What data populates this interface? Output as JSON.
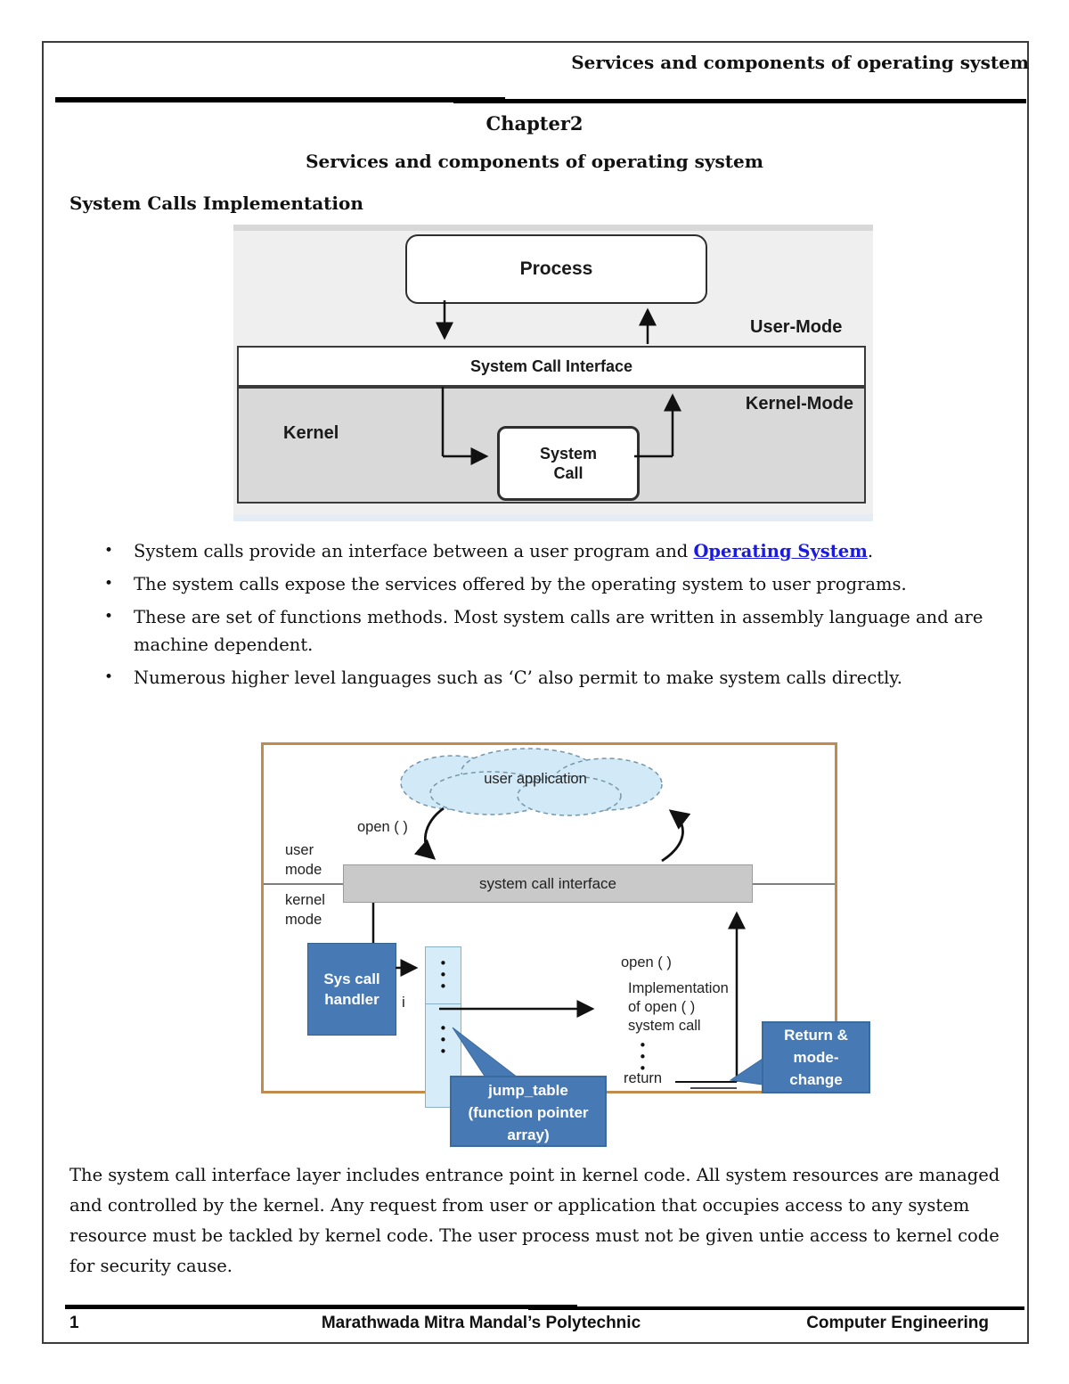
{
  "header": {
    "title": "Services and components of operating system"
  },
  "titles": {
    "chapter": "Chapter2",
    "subtitle": "Services and components of operating system",
    "section": "System Calls Implementation"
  },
  "bullets": {
    "marker": "•",
    "b1": {
      "pre": "System calls provide an interface between a user program and ",
      "link": "Operating System",
      "post": "."
    },
    "b2": "The system calls expose the services offered by the operating system to user programs.",
    "b3": "These are set of functions methods. Most system calls are written in assembly language and are machine dependent.",
    "b4": "Numerous higher level languages such as ‘C’ also permit to make system calls directly."
  },
  "diagram1": {
    "process": "Process",
    "user_mode": "User-Mode",
    "sci": "System Call Interface",
    "kernel_mode": "Kernel-Mode",
    "kernel": "Kernel",
    "system_call": [
      "System",
      "Call"
    ]
  },
  "diagram2": {
    "cloud": "user application",
    "open_call": "open ( )",
    "user_mode": [
      "user",
      "mode"
    ],
    "kernel_mode": [
      "kernel",
      "mode"
    ],
    "sci_bar": "system call interface",
    "handler": [
      "Sys call",
      "handler"
    ],
    "index_label": "i",
    "dots": "•••",
    "open_call2": "open ( )",
    "impl": [
      "Implementation",
      "of open ( )",
      "system call"
    ],
    "return_label": "return",
    "return_callout": [
      "Return &",
      "mode-",
      "change"
    ],
    "jump_callout": [
      "jump_table",
      "(function pointer",
      "array)"
    ]
  },
  "paragraph": {
    "text": "The system call interface layer includes entrance point in kernel code. All system resources are managed and controlled by the kernel. Any request from user or application that occupies access to any system resource must be tackled by kernel code. The user process must not be given untie access to kernel code for security cause."
  },
  "footer": {
    "page_number": "1",
    "institution": "Marathwada Mitra Mandal’s Polytechnic",
    "department": "Computer Engineering"
  },
  "colors": {
    "link_blue": "#1a1ae0",
    "callout_blue": "#4779b5",
    "table_light_blue": "#d6ecf8",
    "frame_tan": "#c18a4f",
    "kernel_gray": "#d9d9d9",
    "bar_gray": "#c9c9c9"
  }
}
